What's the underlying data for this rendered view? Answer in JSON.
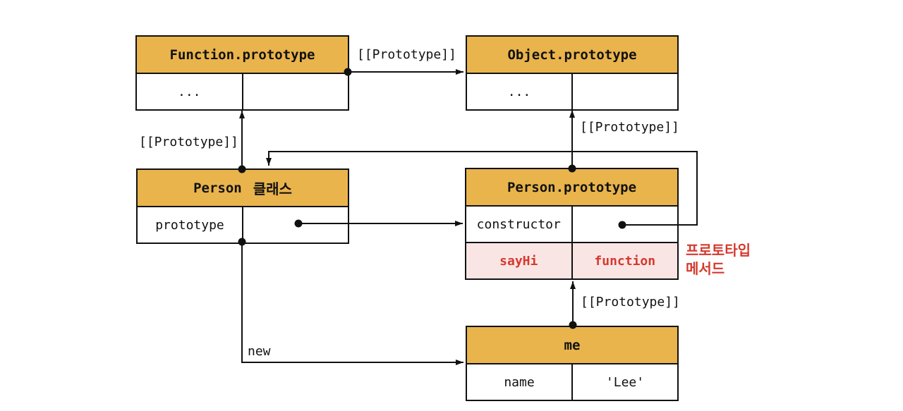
{
  "colors": {
    "header_bg": "#E9B44C",
    "line": "#111111",
    "highlight_bg": "#FAE5E5",
    "accent_red": "#D5392D",
    "text": "#111111"
  },
  "boxes": {
    "function_prototype": {
      "title": "Function.prototype",
      "rows": [
        {
          "key": "...",
          "value": ""
        }
      ]
    },
    "object_prototype": {
      "title": "Object.prototype",
      "rows": [
        {
          "key": "...",
          "value": ""
        }
      ]
    },
    "person_class": {
      "title_code": "Person",
      "title_korean": "클래스",
      "rows": [
        {
          "key": "prototype",
          "value": ""
        }
      ]
    },
    "person_prototype": {
      "title": "Person.prototype",
      "rows": [
        {
          "key": "constructor",
          "value": ""
        },
        {
          "key": "sayHi",
          "value": "function"
        }
      ]
    },
    "me": {
      "title": "me",
      "rows": [
        {
          "key": "name",
          "value": "'Lee'"
        }
      ]
    }
  },
  "labels": {
    "proto_function_object": "[[Prototype]]",
    "proto_person_function": "[[Prototype]]",
    "proto_personproto_object": "[[Prototype]]",
    "proto_me_personproto": "[[Prototype]]",
    "new_keyword": "new",
    "annotation_line1": "프로토타입",
    "annotation_line2": "메서드"
  }
}
